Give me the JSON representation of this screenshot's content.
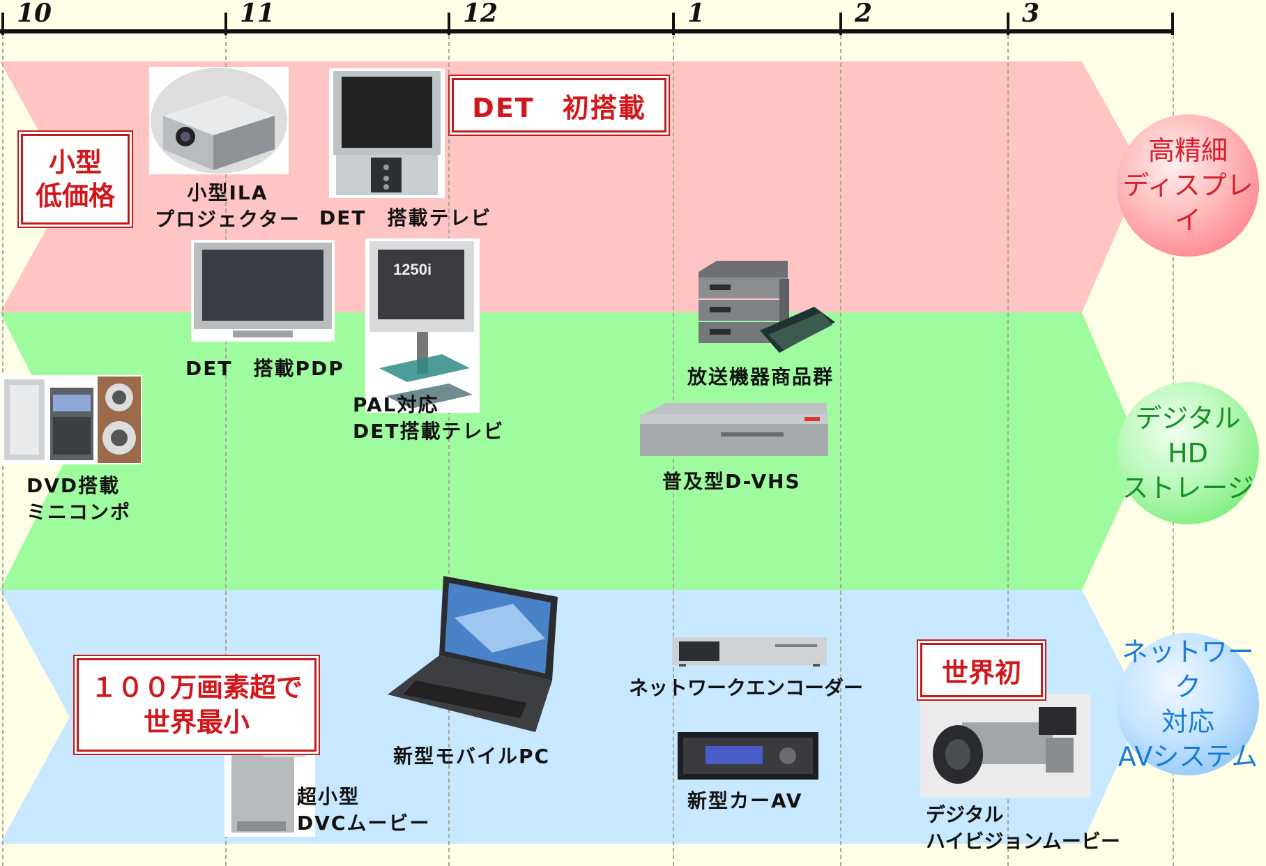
{
  "timeline": {
    "months": [
      "10",
      "11",
      "12",
      "1",
      "2",
      "3"
    ]
  },
  "bands": [
    {
      "name": "高精細\nディスプレイ",
      "color": "#ffc4c4",
      "circle_color": "#ff6a7a"
    },
    {
      "name": "デジタルHD\nストレージ",
      "color": "#9efc9e",
      "circle_color": "#5ce85c"
    },
    {
      "name": "ネットワーク\n対応\nAVシステム",
      "color": "#c8e8ff",
      "circle_color": "#7ab8f2"
    }
  ],
  "callouts": {
    "small_low_price": "小型\n低価格",
    "det_first": "DET　初搭載",
    "smallest": "１００万画素超で\n世界最小",
    "world_first": "世界初"
  },
  "products": {
    "ila": "小型ILA\nプロジェクター",
    "det_tv": "DET　搭載テレビ",
    "det_pdp": "DET　搭載PDP",
    "pal_tv": "PAL対応\nDET搭載テレビ",
    "dvd_combo": "DVD搭載\nミニコンポ",
    "broadcast": "放送機器商品群",
    "dvhs": "普及型D-VHS",
    "mobile_pc": "新型モバイルPC",
    "dvc_movie": "超小型\nDVCムービー",
    "encoder": "ネットワークエンコーダー",
    "car_av": "新型カーAV",
    "hd_movie": "デジタル\nハイビジョンムービー"
  },
  "image_text": {
    "pal_screen": "1250i"
  }
}
